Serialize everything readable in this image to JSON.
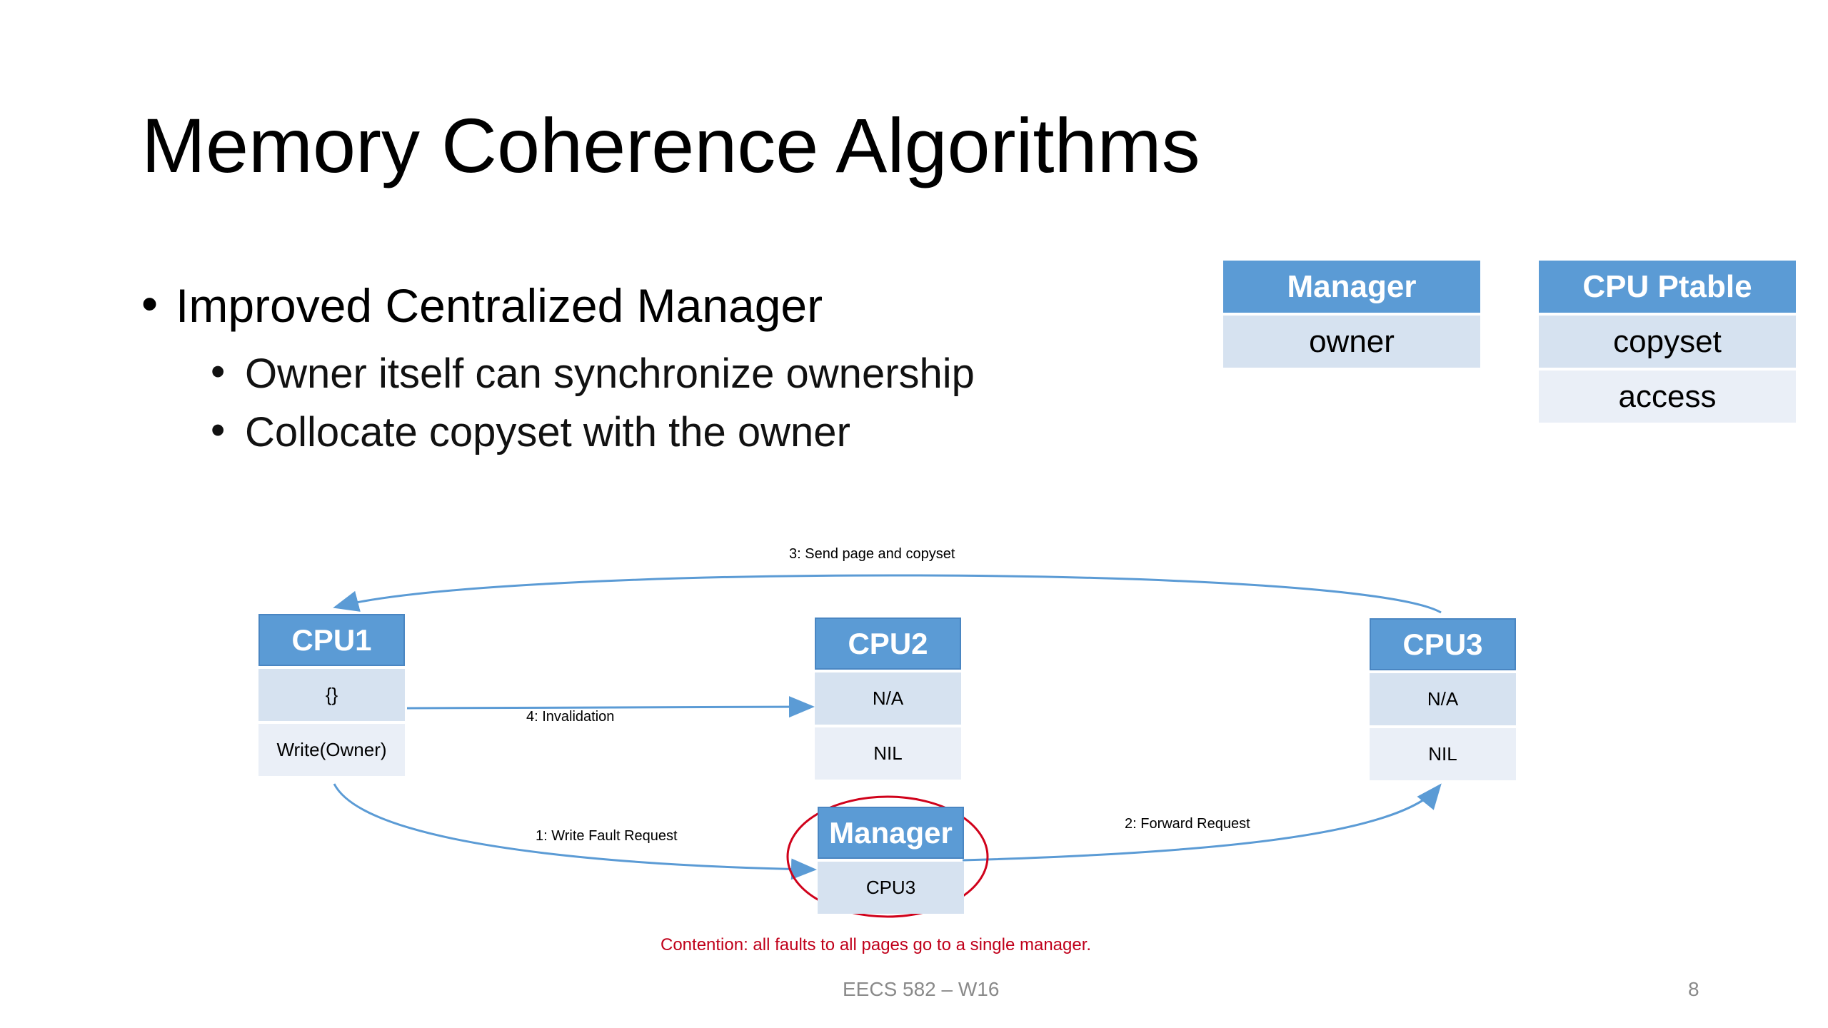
{
  "slide": {
    "title": "Memory Coherence Algorithms",
    "bullets": {
      "main": "Improved Centralized Manager",
      "sub1": "Owner itself can synchronize ownership",
      "sub2": "Collocate copyset with the owner"
    },
    "footer": "EECS 582 – W16",
    "page_number": "8"
  },
  "tables": {
    "manager": {
      "header": "Manager",
      "rows": [
        "owner"
      ]
    },
    "cpu_ptable": {
      "header": "CPU Ptable",
      "rows": [
        "copyset",
        "access"
      ]
    }
  },
  "diagram": {
    "cpu1": {
      "header": "CPU1",
      "rows": [
        "{}",
        "Write(Owner)"
      ]
    },
    "cpu2": {
      "header": "CPU2",
      "rows": [
        "N/A",
        "NIL"
      ]
    },
    "cpu3": {
      "header": "CPU3",
      "rows": [
        "N/A",
        "NIL"
      ]
    },
    "manager": {
      "header": "Manager",
      "rows": [
        "CPU3"
      ]
    },
    "arrows": {
      "a1": "1: Write Fault Request",
      "a2": "2: Forward Request",
      "a3": "3: Send page and copyset",
      "a4": "4: Invalidation"
    },
    "note": "Contention: all faults to all pages go to a single manager."
  },
  "colors": {
    "header_blue": "#5b9bd5",
    "row_light": "#d6e2f0",
    "row_lighter": "#eaeff7",
    "arrow_blue": "#5b9bd5",
    "highlight_red": "#c0001a"
  }
}
